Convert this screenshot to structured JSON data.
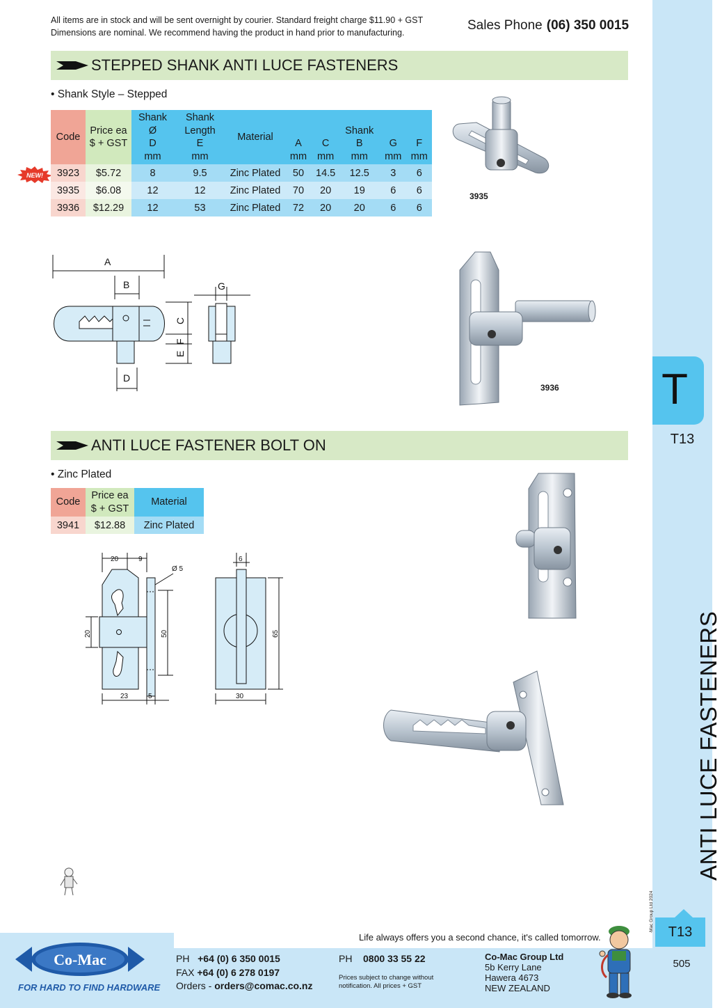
{
  "header": {
    "notice_line1": "All items are in stock and will be sent overnight by courier. Standard freight charge $11.90 + GST",
    "notice_line2": "Dimensions are nominal. We recommend having the product in hand prior to manufacturing.",
    "sales_label": "Sales Phone",
    "sales_number": "(06) 350 0015"
  },
  "section1": {
    "title": "STEPPED SHANK ANTI LUCE FASTENERS",
    "bullet": "• Shank Style – Stepped",
    "headers": {
      "code": "Code",
      "price1": "Price ea",
      "price2": "$ + GST",
      "d1": "Shank",
      "d2": "Ø",
      "d3": "D",
      "d4": "mm",
      "e1": "Shank",
      "e2": "Length",
      "e3": "E",
      "e4": "mm",
      "material": "Material",
      "a1": "A",
      "a2": "mm",
      "c1": "C",
      "c2": "mm",
      "b1": "Shank",
      "b2": "B",
      "b3": "mm",
      "g1": "G",
      "g2": "mm",
      "f1": "F",
      "f2": "mm"
    },
    "rows": [
      {
        "code": "3923",
        "price": "$5.72",
        "d": "8",
        "e": "9.5",
        "material": "Zinc Plated",
        "a": "50",
        "c": "14.5",
        "b": "12.5",
        "g": "3",
        "f": "6"
      },
      {
        "code": "3935",
        "price": "$6.08",
        "d": "12",
        "e": "12",
        "material": "Zinc Plated",
        "a": "70",
        "c": "20",
        "b": "19",
        "g": "6",
        "f": "6"
      },
      {
        "code": "3936",
        "price": "$12.29",
        "d": "12",
        "e": "53",
        "material": "Zinc Plated",
        "a": "72",
        "c": "20",
        "b": "20",
        "g": "6",
        "f": "6"
      }
    ],
    "new_badge": "NEW!",
    "photo1_label": "3935",
    "photo2_label": "3936",
    "diagram_labels": {
      "a": "A",
      "b": "B",
      "c": "C",
      "d": "D",
      "e": "E",
      "f": "F",
      "g": "G"
    }
  },
  "section2": {
    "title": "ANTI LUCE FASTENER BOLT ON",
    "bullet": "• Zinc Plated",
    "headers": {
      "code": "Code",
      "price1": "Price ea",
      "price2": "$ + GST",
      "material": "Material"
    },
    "rows": [
      {
        "code": "3941",
        "price": "$12.88",
        "material": "Zinc Plated"
      }
    ],
    "diagram_labels": {
      "w20": "20",
      "w9": "9",
      "dia": "Ø 5",
      "h20": "20",
      "h50": "50",
      "w23": "23",
      "w5": "5",
      "w6": "6",
      "h65": "65",
      "w30": "30"
    }
  },
  "sidebar": {
    "letter": "T",
    "code": "T13",
    "category": "ANTI LUCE FASTENERS",
    "copyright": "© Co-Mac Group Ltd 2024",
    "code_bottom": "T13",
    "page_number": "505"
  },
  "footer": {
    "tagline": "Life always offers you a second chance, it's called tomorrow.",
    "logo_text": "Co-Mac",
    "brand_tag": "FOR HARD TO FIND HARDWARE",
    "ph_label": "PH",
    "ph_value": "+64 (0) 6 350 0015",
    "fax_label": "FAX",
    "fax_value": "+64 (0) 6 278 0197",
    "orders_label": "Orders -",
    "orders_value": "orders@comac.co.nz",
    "ph2_label": "PH",
    "ph2_value": "0800 33 55 22",
    "small1": "Prices subject to change without",
    "small2": "notification. All prices + GST",
    "company": "Co-Mac Group Ltd",
    "addr1": "5b Kerry Lane",
    "addr2": "Hawera 4673",
    "addr3": "NEW ZEALAND"
  },
  "colors": {
    "code_header": "#f0a596",
    "price_header": "#d1e9bd",
    "spec_header": "#55c4ee",
    "section_bar": "#d7e9c6",
    "sidebar": "#c9e6f7",
    "brand_blue": "#1f5aa8"
  }
}
